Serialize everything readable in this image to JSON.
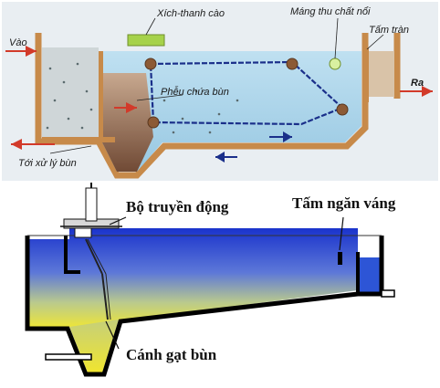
{
  "top_diagram": {
    "labels": {
      "inlet": "Vào",
      "chain_scraper": "Xích-thanh cào",
      "scum_trough": "Máng thu chất nổi",
      "weir_plate": "Tấm tràn",
      "outlet": "Ra",
      "sludge_hopper": "Phễu chứa bùn",
      "to_sludge_treatment": "Tới xử lý bùn"
    },
    "colors": {
      "wall": "#c78a4a",
      "water": "#a9d3ea",
      "sludge": "#8a5a3a",
      "inlet_arrow": "#d23a2a",
      "chain": "#1a2f8a"
    }
  },
  "bottom_diagram": {
    "labels": {
      "drive_unit": "Bộ truyền động",
      "scum_baffle": "Tấm ngăn váng",
      "sludge_scraper_blade": "Cánh gạt bùn"
    },
    "colors": {
      "wall": "#000000",
      "water_top": "#1f3fd1",
      "water_bottom": "#e8e63a"
    }
  }
}
